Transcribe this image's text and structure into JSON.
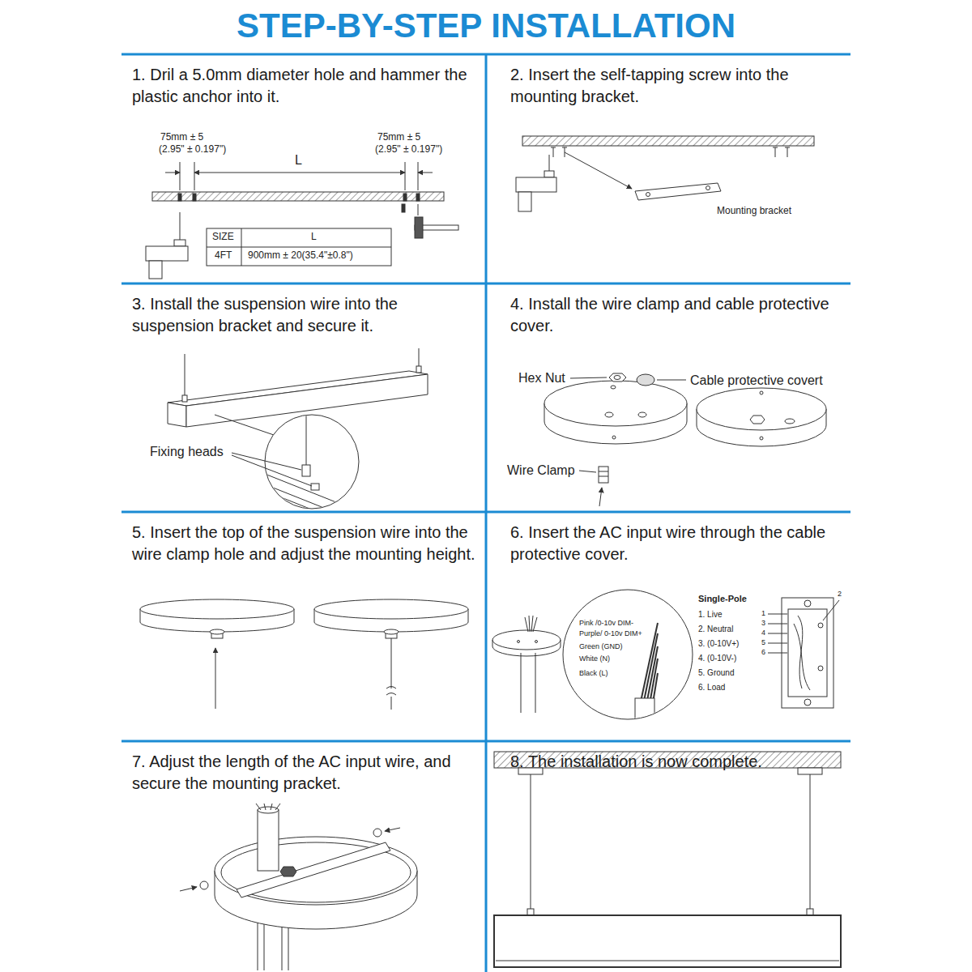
{
  "diagram": {
    "title": "STEP-BY-STEP INSTALLATION",
    "nodes": [
      {
        "text": [
          "1. Dril a 5.0mm diameter hole and hammer the plastic anchor into it."
        ]
      },
      {
        "text": [
          "2. Insert the self-tapping screw into the mounting bracket."
        ]
      },
      {
        "text": [
          "3. Install the suspension wire into the suspension bracket and secure it."
        ]
      },
      {
        "text": [
          "4. Install the wire clamp and cable protective cover."
        ]
      },
      {
        "text": [
          "5. Insert the top of the suspension wire into the wire clamp hole and adjust the mounting height."
        ]
      },
      {
        "text": [
          "6. Insert the AC input wire through the cable protective cover."
        ]
      },
      {
        "text": [
          "7. Adjust the length of the AC input wire, and secure the mounting pracket."
        ]
      },
      {
        "text": [
          "8. The installation is now complete."
        ]
      }
    ],
    "labels": [
      "75mm ± 5",
      "(2.95\" ± 0.197\")",
      "L",
      "75mm ± 5",
      "(2.95\" ± 0.197\")",
      "SIZE",
      "L",
      "4FT",
      "900mm ± 20(35.4\"±0.8\")",
      "Mounting bracket",
      "Fixing heads",
      "Hex Nut",
      "Cable protective covert",
      "Wire Clamp",
      "Pink /0-10v DIM-",
      "Purple/ 0-10v DIM+",
      "Green (GND)",
      "White (N)",
      "Black (L)",
      "Single-Pole",
      "1. Live",
      "2. Neutral",
      "3. (0-10V+)",
      "4. (0-10V-)",
      "5. Ground",
      "6. Load",
      "1",
      "2",
      "3",
      "4",
      "5",
      "6"
    ]
  }
}
